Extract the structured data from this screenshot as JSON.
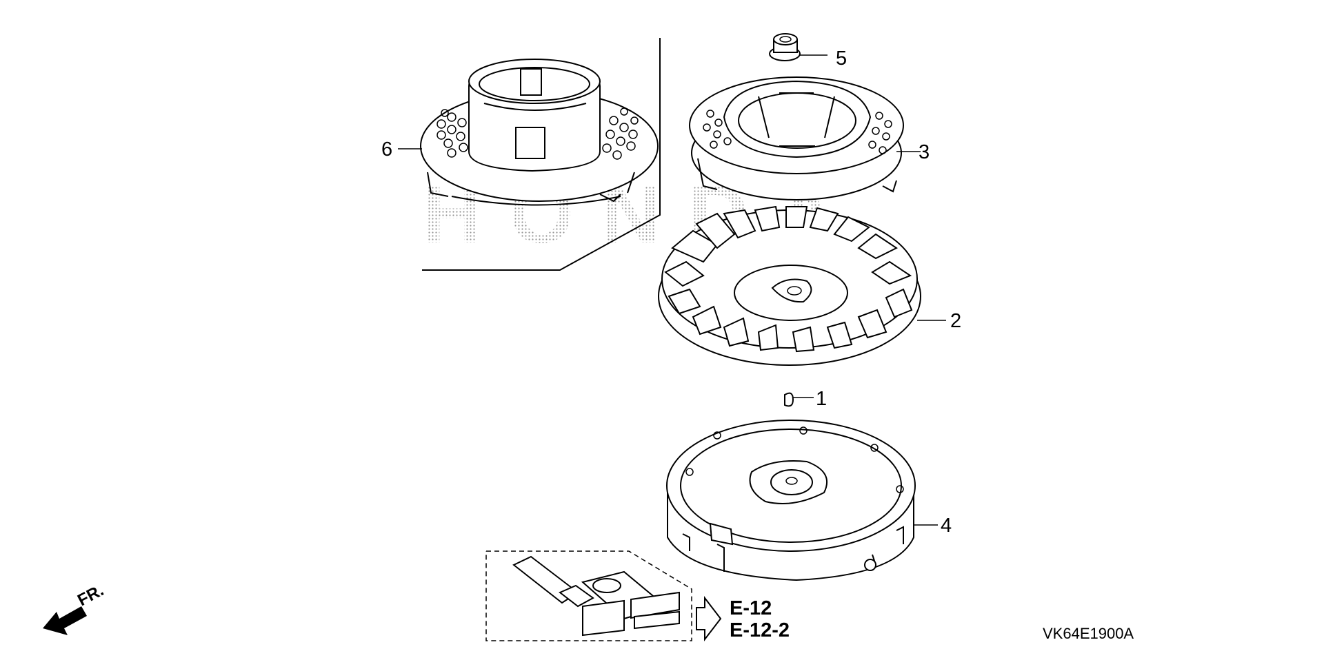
{
  "callouts": {
    "p1": "1",
    "p2": "2",
    "p3": "3",
    "p4": "4",
    "p5": "5",
    "p6": "6"
  },
  "references": [
    "E-12",
    "E-12-2"
  ],
  "front_marker": "FR.",
  "diagram_code": "VK64E1900A",
  "watermark_text": "HONDA",
  "icons": [
    "flywheel",
    "cooling-fan",
    "fan-cover",
    "starter-pulley",
    "flange-nut",
    "woodruff-key",
    "ignition-coil",
    "front-arrow",
    "reference-arrow"
  ],
  "colors": {
    "line": "#000000",
    "background": "#ffffff",
    "watermark": "#9a9a9a"
  }
}
